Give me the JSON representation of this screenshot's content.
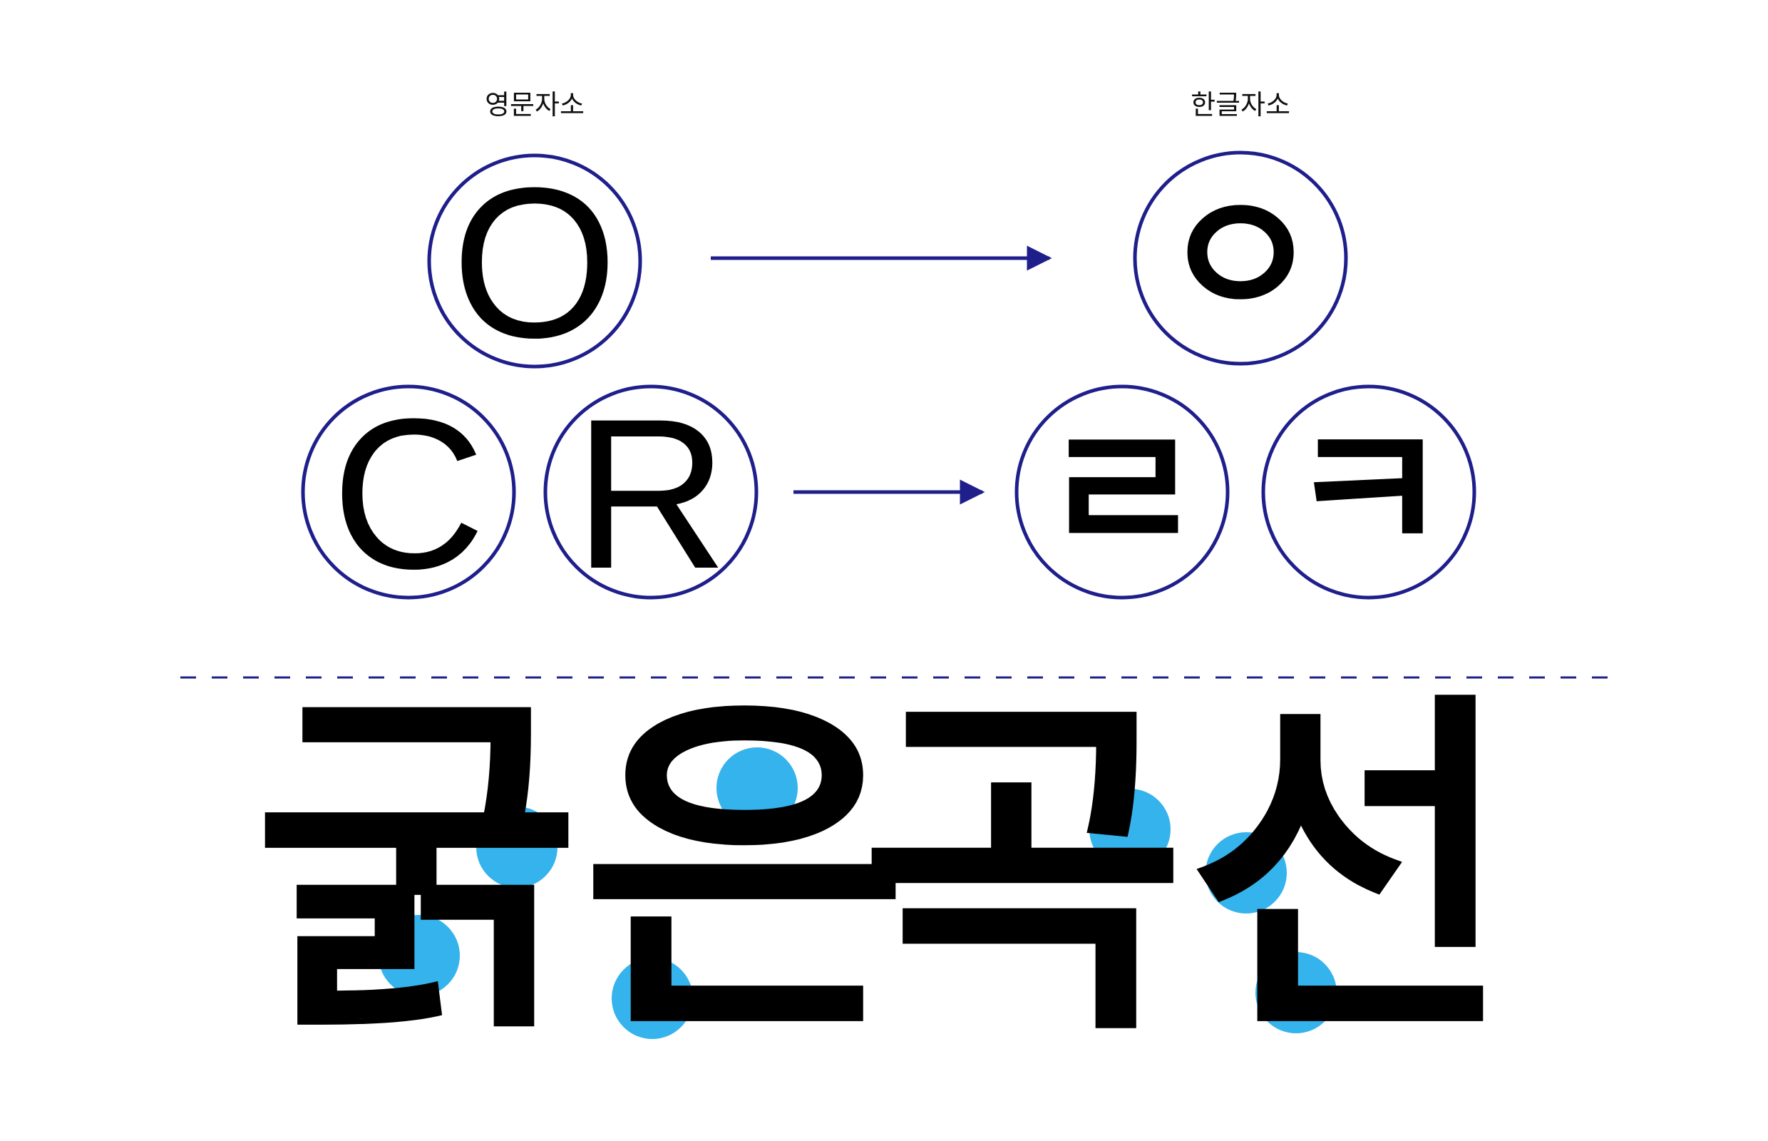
{
  "colors": {
    "navy": "#1f1f8c",
    "accent_blue": "#35b3ec",
    "ink": "#000000"
  },
  "left_group": {
    "heading": "영문자소",
    "nodes": [
      "O",
      "C",
      "R"
    ]
  },
  "right_group": {
    "heading": "한글자소",
    "nodes": [
      "ㅇ",
      "ㄹ",
      "ㅋ"
    ]
  },
  "arrows": [
    {
      "from": "O",
      "to": "ㅇ"
    },
    {
      "from": "C R",
      "to": "ㄹ ㅋ"
    }
  ],
  "separator": "dashed",
  "bottom_words": [
    "굵은",
    "곡선"
  ]
}
